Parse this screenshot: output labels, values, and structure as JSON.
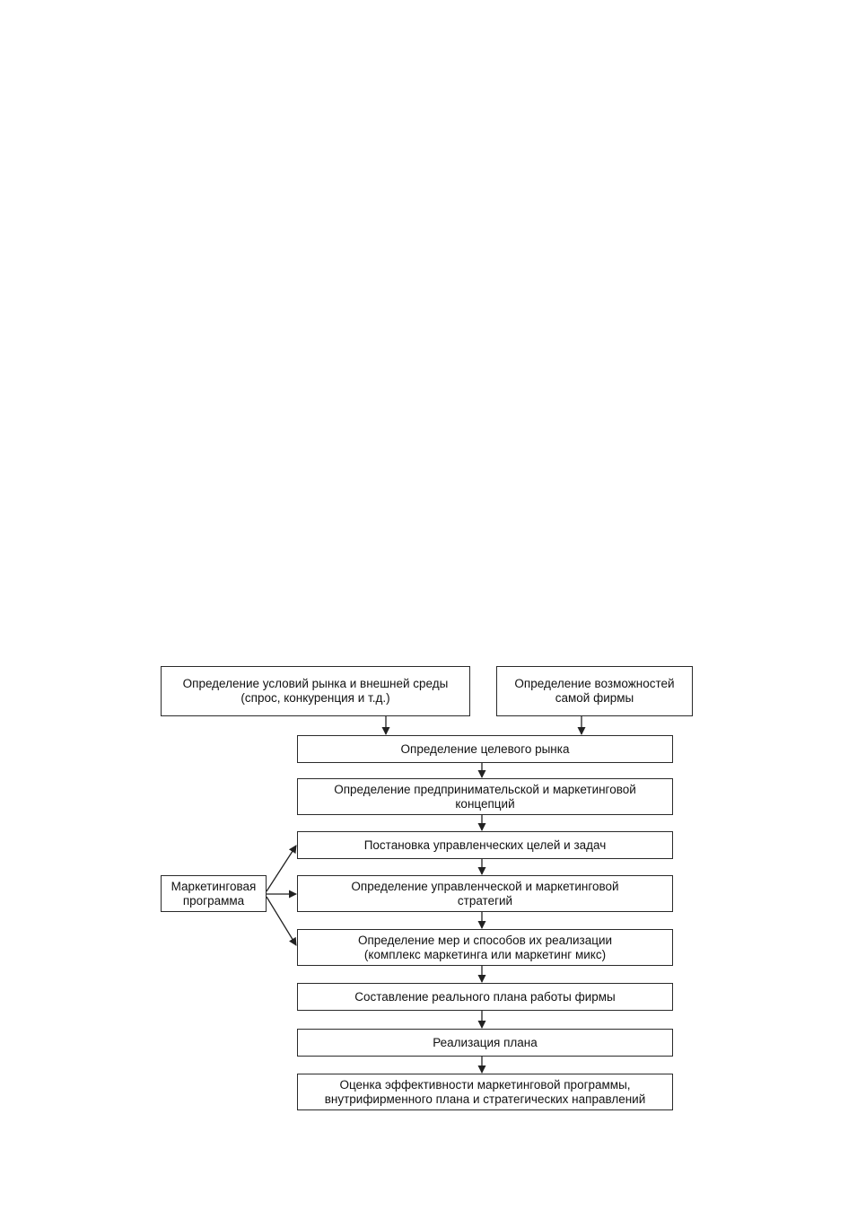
{
  "diagram": {
    "nodes": {
      "market_conditions": {
        "line1": "Определение условий рынка и внешней среды",
        "line2": "(спрос, конкуренция и т.д.)"
      },
      "firm_capabilities": {
        "line1": "Определение возможностей",
        "line2": "самой фирмы"
      },
      "target_market": {
        "line1": "Определение целевого рынка"
      },
      "business_concept": {
        "line1": "Определение предпринимательской и маркетинговой",
        "line2": "концепций"
      },
      "goals_tasks": {
        "line1": "Постановка управленческих целей и задач"
      },
      "strategy": {
        "line1": "Определение управленческой  и маркетинговой",
        "line2": "стратегий"
      },
      "measures": {
        "line1": "Определение мер и способов их реализации",
        "line2": "(комплекс маркетинга или маркетинг микс)"
      },
      "work_plan": {
        "line1": "Составление реального плана работы фирмы"
      },
      "plan_implementation": {
        "line1": "Реализация плана"
      },
      "evaluation": {
        "line1": "Оценка эффективности маркетинговой программы,",
        "line2": "внутрифирменного плана и стратегических направлений"
      },
      "marketing_program": {
        "line1": "Маркетинговая",
        "line2": "программа"
      }
    },
    "colors": {
      "stroke": "#222222",
      "text": "#111111",
      "background": "#ffffff"
    }
  }
}
